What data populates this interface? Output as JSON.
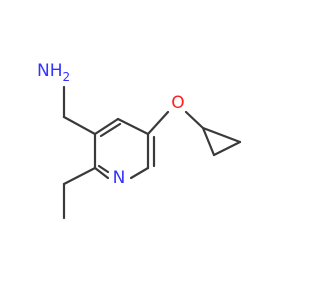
{
  "molecule": {
    "atoms": {
      "amine": {
        "text": "NH",
        "subscript": "2",
        "color": "#3333ff"
      },
      "ring_nitrogen": {
        "text": "N",
        "color": "#3333ff"
      },
      "ether_oxygen": {
        "text": "O",
        "color": "#ff2020"
      }
    },
    "bond_color": "#3a3a3a",
    "background": "#ffffff"
  }
}
